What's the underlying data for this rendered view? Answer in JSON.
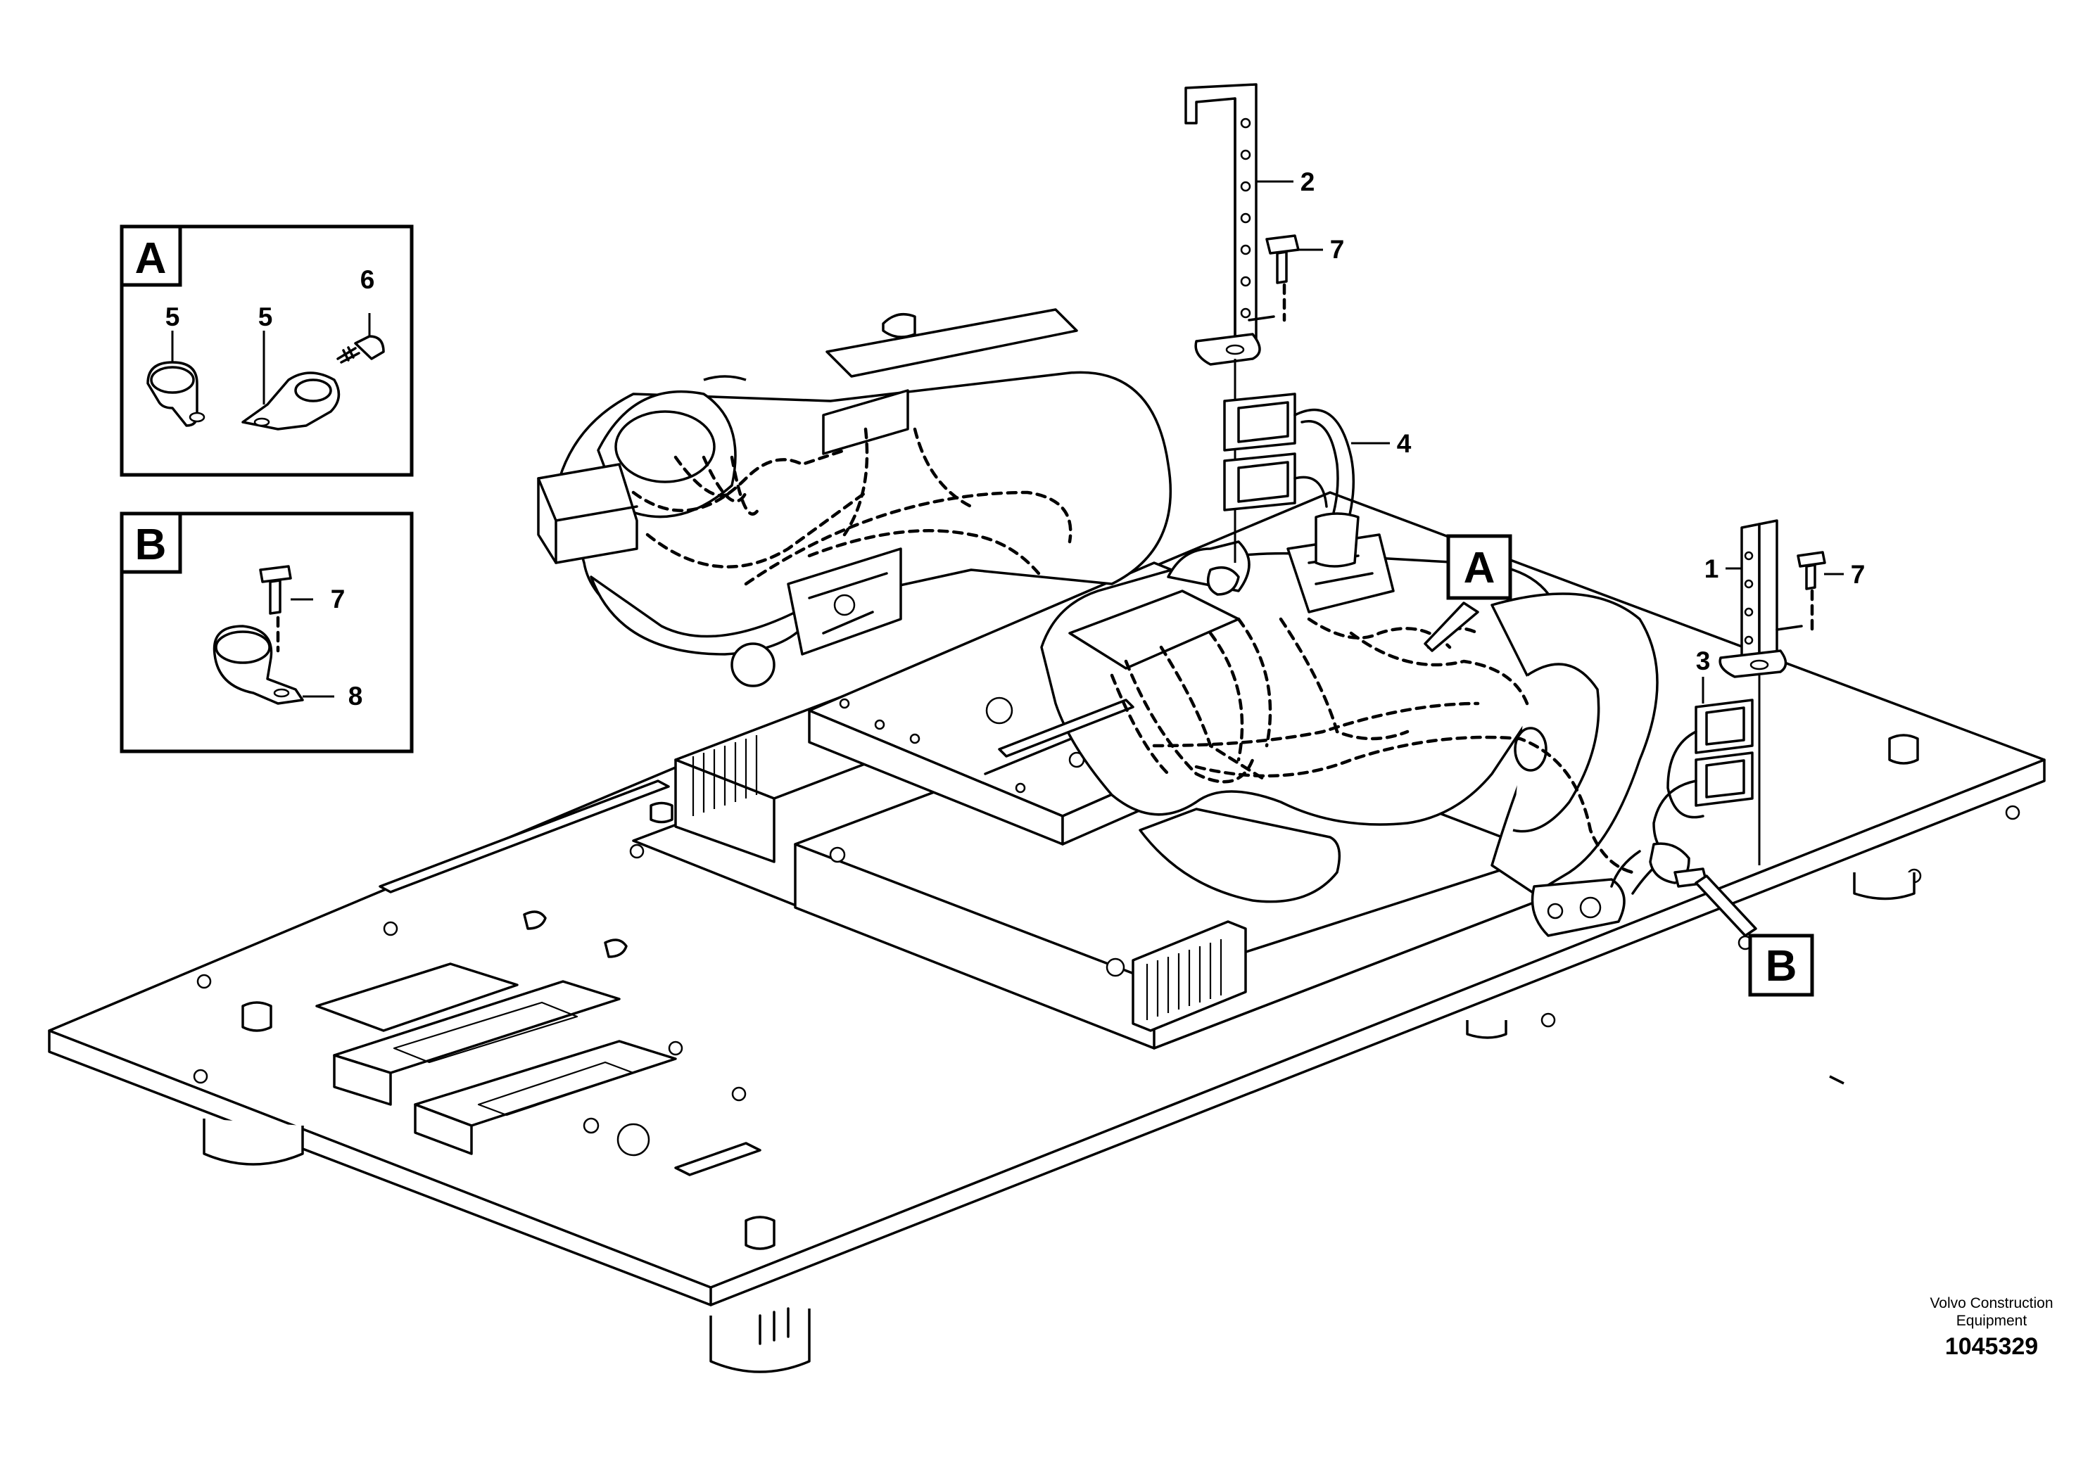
{
  "detail_a": {
    "letter": "A",
    "labels": [
      "5",
      "5",
      "6"
    ]
  },
  "detail_b": {
    "letter": "B",
    "labels": [
      "7",
      "8"
    ]
  },
  "callouts": {
    "c1": "1",
    "c2": "2",
    "c3": "3",
    "c4": "4",
    "c7a": "7",
    "c7b": "7",
    "refA": "A",
    "refB": "B"
  },
  "footer": {
    "brand_line1": "Volvo Construction",
    "brand_line2": "Equipment",
    "part_number": "1045329"
  }
}
